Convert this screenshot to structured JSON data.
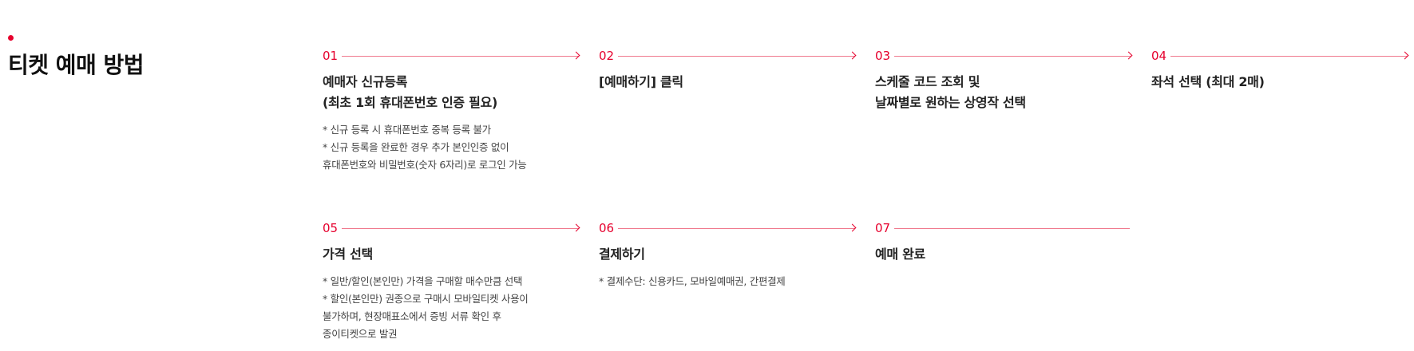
{
  "section": {
    "title": "티켓 예매 방법"
  },
  "colors": {
    "accent": "#e6002d",
    "line": "#f07a8e",
    "text": "#222222"
  },
  "steps": [
    {
      "num": "01",
      "title_lines": [
        "예매자 신규등록",
        "(최초 1회 휴대폰번호 인증 필요)"
      ],
      "notes": [
        "* 신규 등록 시 휴대폰번호 중복 등록 불가",
        "* 신규 등록을 완료한 경우 추가 본인인증 없이",
        "휴대폰번호와 비밀번호(숫자 6자리)로 로그인 가능"
      ]
    },
    {
      "num": "02",
      "title_lines": [
        "[예매하기] 클릭"
      ],
      "notes": []
    },
    {
      "num": "03",
      "title_lines": [
        "스케줄 코드 조회 및",
        "날짜별로 원하는 상영작 선택"
      ],
      "notes": []
    },
    {
      "num": "04",
      "title_lines": [
        "좌석 선택 (최대 2매)"
      ],
      "notes": []
    },
    {
      "num": "05",
      "title_lines": [
        "가격 선택"
      ],
      "notes": [
        "* 일반/할인(본인만) 가격을 구매할 매수만큼 선택",
        "* 할인(본인만) 권종으로 구매시 모바일티켓 사용이",
        "불가하며, 현장매표소에서 증빙 서류 확인 후",
        "종이티켓으로 발권"
      ]
    },
    {
      "num": "06",
      "title_lines": [
        "결제하기"
      ],
      "notes": [
        "* 결제수단: 신용카드, 모바일예매권, 간편결제"
      ]
    },
    {
      "num": "07",
      "title_lines": [
        "예매 완료"
      ],
      "notes": []
    }
  ]
}
